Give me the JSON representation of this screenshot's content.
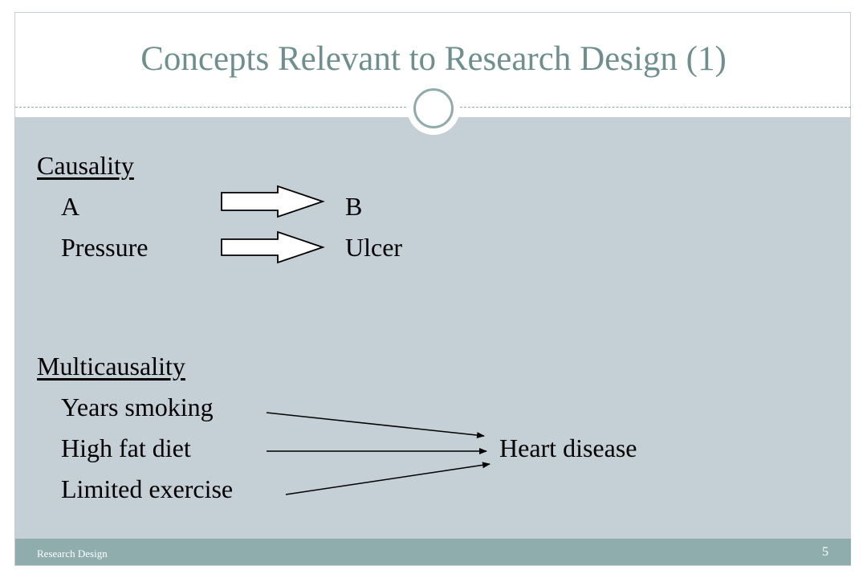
{
  "slide": {
    "title": "Concepts Relevant to Research Design (1)",
    "footer_text": "Research Design",
    "page_number": "5"
  },
  "causality": {
    "heading": "Causality",
    "rows": [
      {
        "cause": "A",
        "effect": "B"
      },
      {
        "cause": "Pressure",
        "effect": "Ulcer"
      }
    ]
  },
  "multicausality": {
    "heading": "Multicausality",
    "causes": [
      "Years smoking",
      "High fat diet",
      "Limited exercise"
    ],
    "effect": "Heart disease"
  },
  "colors": {
    "title": "#6f8f8f",
    "content_band": "#c4cfd6",
    "footer_band": "#8fadad",
    "text": "#000000"
  }
}
